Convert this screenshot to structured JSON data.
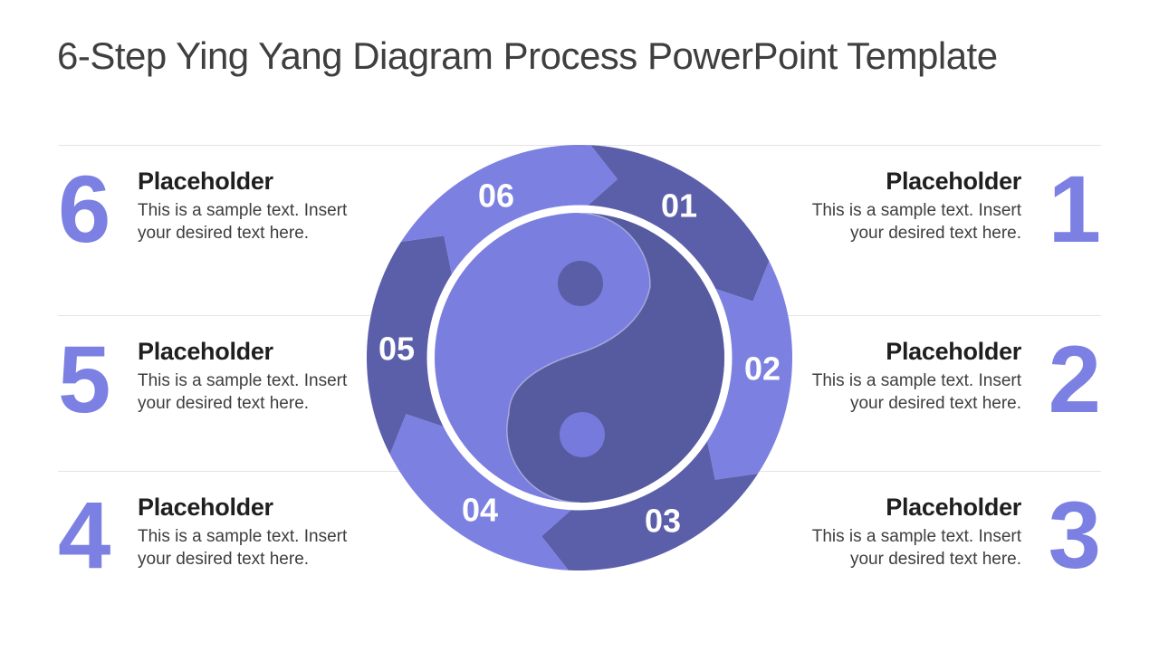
{
  "slide": {
    "title": "6-Step Ying Yang Diagram Process PowerPoint Template",
    "colors": {
      "background": "#FFFFFF",
      "title_text": "#3F3F3F",
      "heading_text": "#1F1F1F",
      "body_text": "#3E3E3E",
      "divider": "#E4E4E4",
      "big_number": "#7B80E2",
      "ring_light": "#7C80E1",
      "ring_dark": "#5B5FAA",
      "yin_light": "#7A7EDF",
      "yin_dark": "#565A9F",
      "dot_dark": "#5A5EA7",
      "dot_light": "#767ADC",
      "ring_label_text": "#FFFFFF"
    }
  },
  "diagram": {
    "ring_labels": [
      "01",
      "02",
      "03",
      "04",
      "05",
      "06"
    ]
  },
  "steps": {
    "left": [
      {
        "number": "6",
        "heading": "Placeholder",
        "body": "This is a sample text. Insert your desired text here."
      },
      {
        "number": "5",
        "heading": "Placeholder",
        "body": "This is a sample text. Insert your desired text here."
      },
      {
        "number": "4",
        "heading": "Placeholder",
        "body": "This is a sample text. Insert your desired text here."
      }
    ],
    "right": [
      {
        "number": "1",
        "heading": "Placeholder",
        "body": "This is a sample text. Insert your desired text here."
      },
      {
        "number": "2",
        "heading": "Placeholder",
        "body": "This is a sample text. Insert your desired text here."
      },
      {
        "number": "3",
        "heading": "Placeholder",
        "body": "This is a sample text. Insert your desired text here."
      }
    ]
  }
}
